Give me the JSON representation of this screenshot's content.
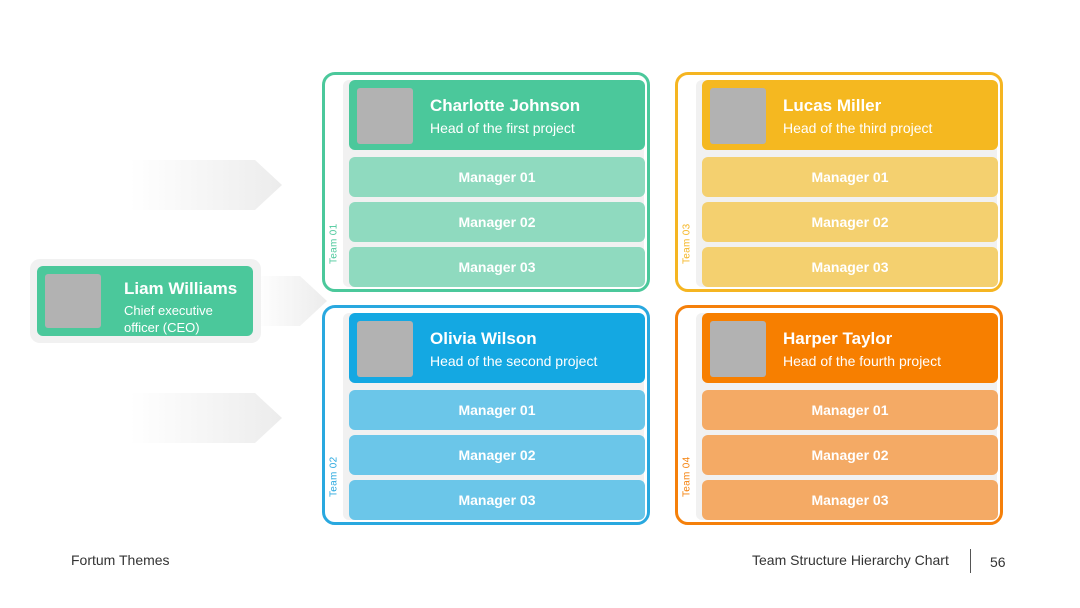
{
  "ceo": {
    "name": "Liam Williams",
    "role": "Chief executive officer (CEO)",
    "color": "#4bc89b"
  },
  "teams": [
    {
      "label": "Team 01",
      "head_name": "Charlotte Johnson",
      "head_role": "Head of the first project",
      "border_color": "#4bc89b",
      "head_color": "#4bc89b",
      "manager_color": "#8fdabf",
      "managers": [
        "Manager 01",
        "Manager 02",
        "Manager 03"
      ]
    },
    {
      "label": "Team 02",
      "head_name": "Olivia Wilson",
      "head_role": "Head of the second project",
      "border_color": "#29a8df",
      "head_color": "#14a8e2",
      "manager_color": "#6bc6e9",
      "managers": [
        "Manager 01",
        "Manager 02",
        "Manager 03"
      ]
    },
    {
      "label": "Team 03",
      "head_name": "Lucas Miller",
      "head_role": "Head of the third project",
      "border_color": "#f5b521",
      "head_color": "#f5b820",
      "manager_color": "#f4d06f",
      "managers": [
        "Manager 01",
        "Manager 02",
        "Manager 03"
      ]
    },
    {
      "label": "Team 04",
      "head_name": "Harper Taylor",
      "head_role": "Head of the fourth project",
      "border_color": "#f5800a",
      "head_color": "#f77f00",
      "manager_color": "#f4aa65",
      "managers": [
        "Manager 01",
        "Manager 02",
        "Manager 03"
      ]
    }
  ],
  "footer": {
    "brand": "Fortum Themes",
    "title": "Team Structure Hierarchy Chart",
    "page": "56"
  }
}
